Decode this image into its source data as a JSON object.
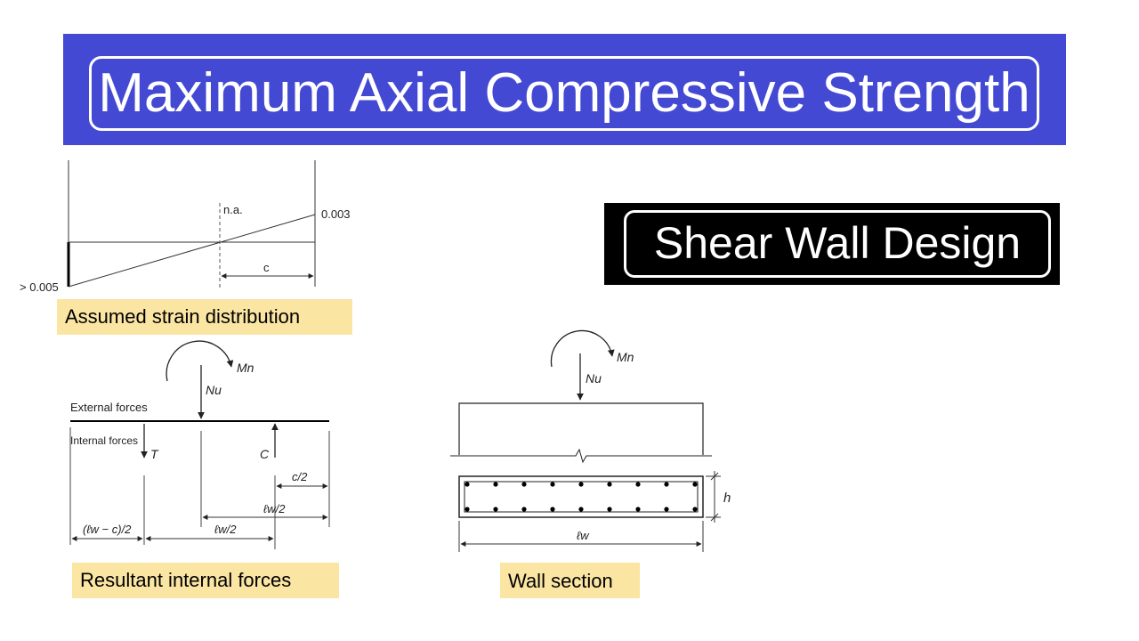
{
  "title": "Maximum Axial Compressive Strength",
  "subtitle": "Shear Wall Design",
  "colors": {
    "title_banner": "#4349d3",
    "subtitle_banner": "#000000",
    "caption_background": "#fbe5a3"
  },
  "strain_diagram": {
    "caption": "Assumed strain distribution",
    "neutral_axis_label": "n.a.",
    "top_strain_label": "0.003",
    "bottom_strain_label": "> 0.005",
    "depth_label": "c"
  },
  "forces_diagram": {
    "caption": "Resultant internal forces",
    "external_label": "External forces",
    "internal_label": "Internal forces",
    "moment_label": "Mn",
    "axial_label": "Nu",
    "tension_label": "T",
    "compression_label": "C",
    "dim_c_half": "c/2",
    "dim_lw_half_right": "ℓw/2",
    "dim_lw_minus_c_half": "(ℓw − c)/2",
    "dim_lw_half_bottom": "ℓw/2"
  },
  "wall_section": {
    "caption": "Wall section",
    "moment_label": "Mn",
    "axial_label": "Nu",
    "thickness_label": "h",
    "length_label": "ℓw"
  }
}
